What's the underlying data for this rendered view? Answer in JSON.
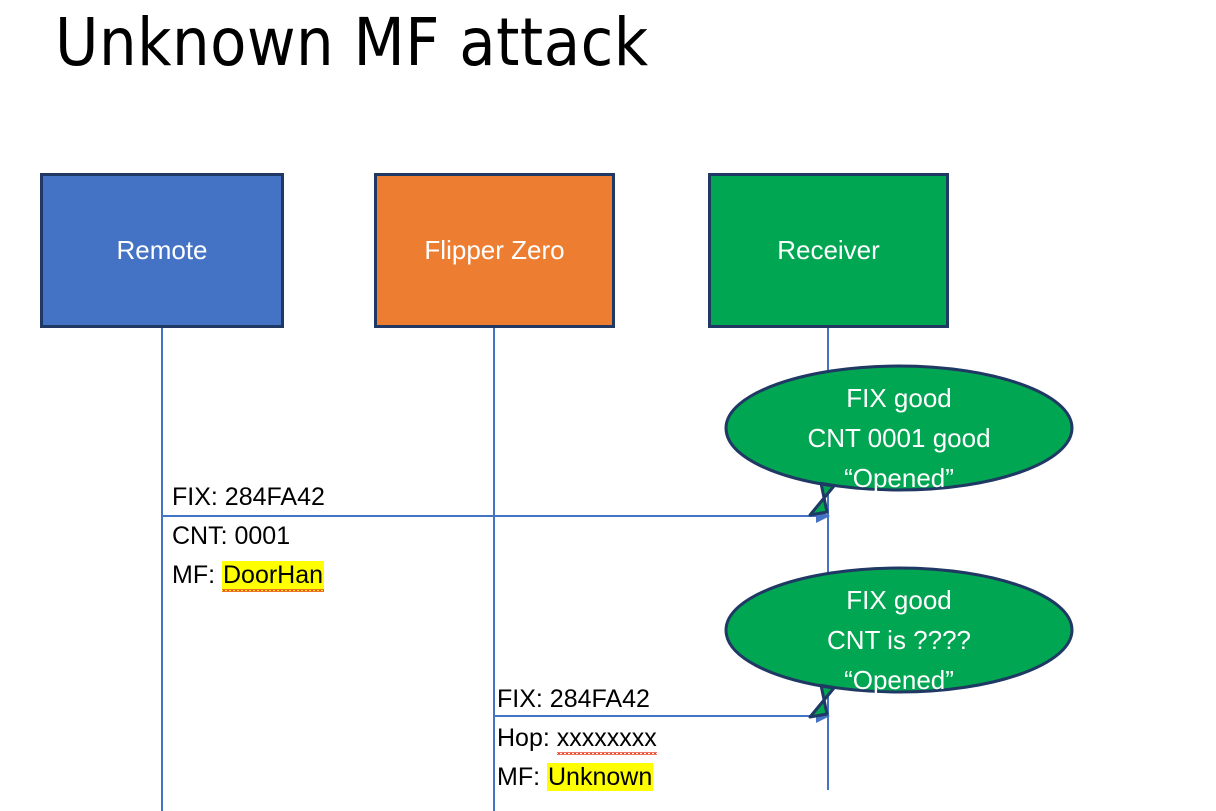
{
  "slide": {
    "title": "Unknown MF attack",
    "background_color": "#FFFFFF"
  },
  "colors": {
    "remote_fill": "#4472C4",
    "flipper_fill": "#ED7D31",
    "receiver_fill": "#00A651",
    "box_border": "#1F3864",
    "lifeline": "#4472C4",
    "highlight": "#FFFF00",
    "bubble_fill": "#00A651",
    "bubble_border": "#1F3864",
    "text_dark": "#000000",
    "text_light": "#FFFFFF"
  },
  "actors": [
    {
      "id": "remote",
      "label": "Remote"
    },
    {
      "id": "flipper",
      "label": "Flipper Zero"
    },
    {
      "id": "receiver",
      "label": "Receiver"
    }
  ],
  "messages": [
    {
      "id": "msg-1",
      "from": "remote",
      "to": "receiver",
      "lines": [
        {
          "label": "FIX: ",
          "value": "284FA42",
          "highlight": false,
          "misspelled": false
        },
        {
          "label": "CNT: ",
          "value": "0001",
          "highlight": false,
          "misspelled": false
        },
        {
          "label": "MF: ",
          "value": "DoorHan",
          "highlight": true,
          "misspelled": true
        }
      ]
    },
    {
      "id": "msg-2",
      "from": "flipper",
      "to": "receiver",
      "lines": [
        {
          "label": "FIX: ",
          "value": "284FA42",
          "highlight": false,
          "misspelled": false
        },
        {
          "label": "Hop: ",
          "value": "xxxxxxxx",
          "highlight": false,
          "misspelled": true
        },
        {
          "label": "MF: ",
          "value": "Unknown",
          "highlight": true,
          "misspelled": false
        }
      ]
    }
  ],
  "bubbles": [
    {
      "id": "bubble-1",
      "owner": "receiver",
      "lines": [
        "FIX good",
        "CNT 0001 good",
        "“Opened”"
      ]
    },
    {
      "id": "bubble-2",
      "owner": "receiver",
      "lines": [
        "FIX good",
        "CNT is ????",
        "“Opened”"
      ]
    }
  ]
}
